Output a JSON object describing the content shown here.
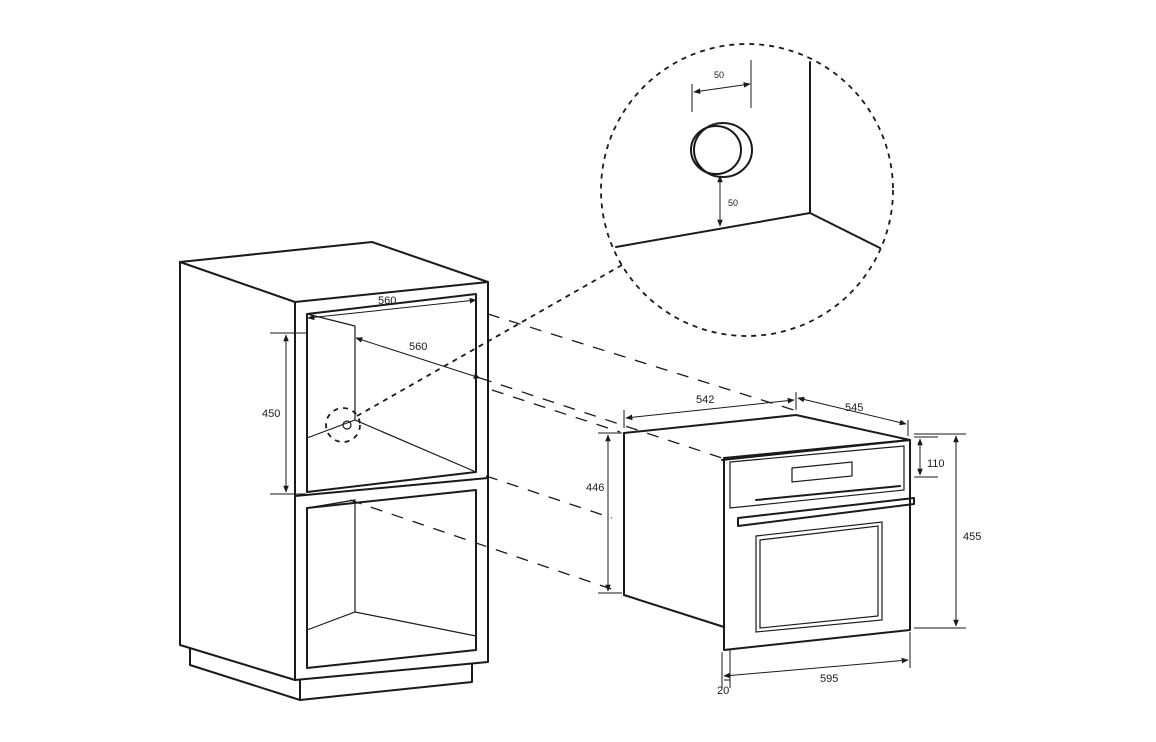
{
  "dimensions": {
    "cabinet_width": "560",
    "cabinet_depth": "560",
    "cabinet_niche_height": "450",
    "oven_width": "542",
    "oven_depth": "545",
    "oven_body_height": "446",
    "control_panel_height": "110",
    "front_height": "455",
    "front_width": "595",
    "front_offset": "20",
    "detail_socket_offset_x": "50",
    "detail_socket_offset_y": "50"
  }
}
